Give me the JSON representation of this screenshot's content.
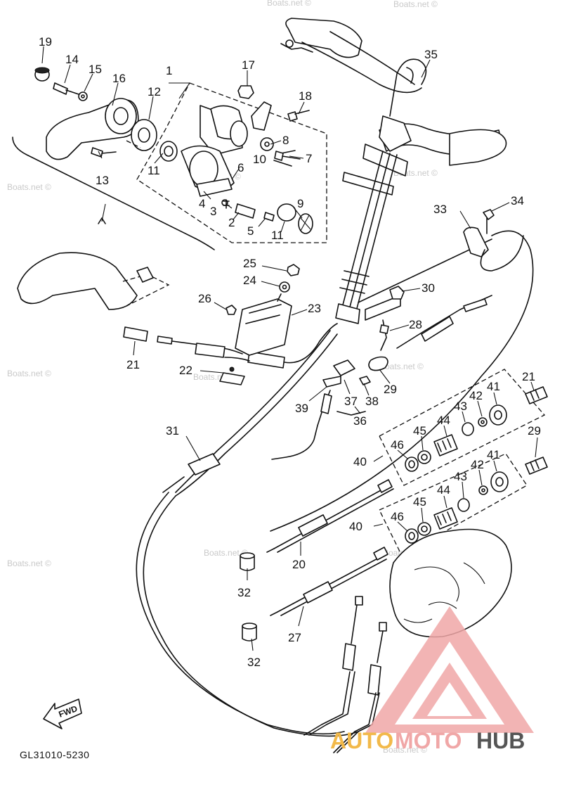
{
  "diagram_code": "GL31010-5230",
  "fwd_label": "FWD",
  "watermark": "Boats.net ©",
  "brand": {
    "part1": "AUTO",
    "part2": "MOTO",
    "part3": "HUB",
    "color_accent": "#f0a7a7",
    "color_orange": "#f2b94a",
    "color_dark": "#555555"
  },
  "callouts": [
    {
      "label": "19"
    },
    {
      "label": "14"
    },
    {
      "label": "15"
    },
    {
      "label": "16"
    },
    {
      "label": "12"
    },
    {
      "label": "1"
    },
    {
      "label": "17"
    },
    {
      "label": "18"
    },
    {
      "label": "35"
    },
    {
      "label": "8"
    },
    {
      "label": "7"
    },
    {
      "label": "10"
    },
    {
      "label": "6"
    },
    {
      "label": "11"
    },
    {
      "label": "13"
    },
    {
      "label": "4"
    },
    {
      "label": "3"
    },
    {
      "label": "9"
    },
    {
      "label": "2"
    },
    {
      "label": "5"
    },
    {
      "label": "11"
    },
    {
      "label": "33"
    },
    {
      "label": "34"
    },
    {
      "label": "25"
    },
    {
      "label": "24"
    },
    {
      "label": "30"
    },
    {
      "label": "26"
    },
    {
      "label": "23"
    },
    {
      "label": "28"
    },
    {
      "label": "21"
    },
    {
      "label": "22"
    },
    {
      "label": "29"
    },
    {
      "label": "39"
    },
    {
      "label": "37"
    },
    {
      "label": "38"
    },
    {
      "label": "36"
    },
    {
      "label": "21"
    },
    {
      "label": "42"
    },
    {
      "label": "41"
    },
    {
      "label": "43"
    },
    {
      "label": "44"
    },
    {
      "label": "45"
    },
    {
      "label": "46"
    },
    {
      "label": "31"
    },
    {
      "label": "40"
    },
    {
      "label": "29"
    },
    {
      "label": "41"
    },
    {
      "label": "42"
    },
    {
      "label": "43"
    },
    {
      "label": "44"
    },
    {
      "label": "45"
    },
    {
      "label": "46"
    },
    {
      "label": "40"
    },
    {
      "label": "20"
    },
    {
      "label": "32"
    },
    {
      "label": "27"
    },
    {
      "label": "32"
    }
  ]
}
